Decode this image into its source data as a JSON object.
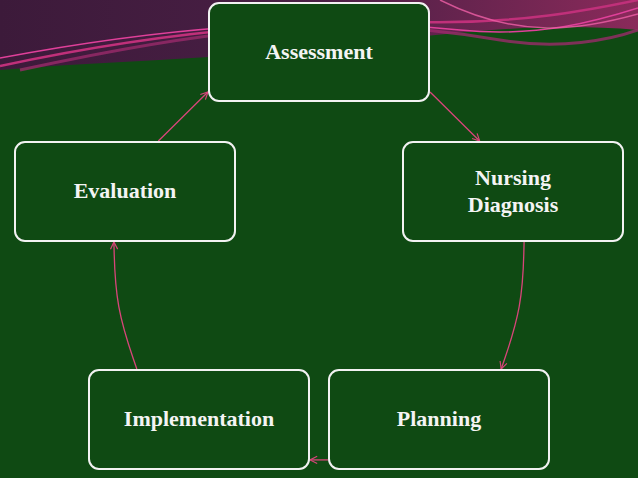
{
  "diagram": {
    "nodes": [
      {
        "text": [
          "Assessment"
        ]
      },
      {
        "text": [
          "Evaluation"
        ]
      },
      {
        "text": [
          "Nursing Diagnosis"
        ]
      },
      {
        "text": [
          "Implementation"
        ]
      },
      {
        "text": [
          "Planning"
        ]
      }
    ],
    "edges": [
      {
        "from": 0,
        "to": 2,
        "arrow": "to"
      },
      {
        "from": 2,
        "to": 4,
        "arrow": "to"
      },
      {
        "from": 4,
        "to": 3,
        "arrow": "to"
      },
      {
        "from": 3,
        "to": 1,
        "arrow": "to"
      },
      {
        "from": 1,
        "to": 0,
        "arrow": "to"
      }
    ]
  }
}
